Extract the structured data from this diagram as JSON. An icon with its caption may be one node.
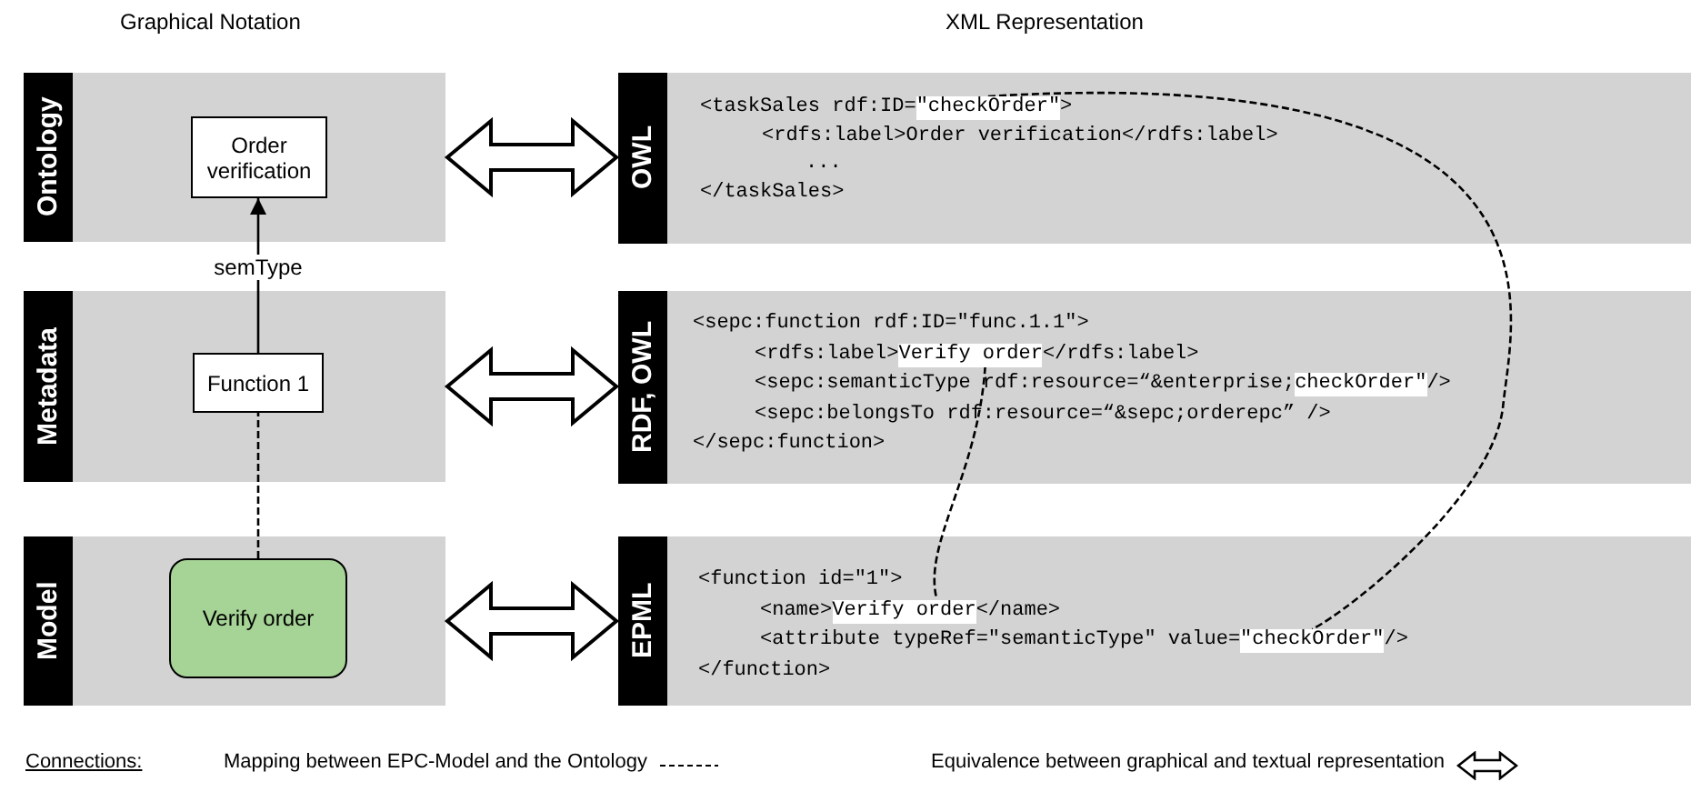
{
  "diagram": {
    "nodes": [
      {
        "text": [
          "Ontology"
        ]
      },
      {
        "text": [
          "Order verification"
        ],
        "in": 0
      },
      {
        "text": [
          "Metadata"
        ]
      },
      {
        "text": [
          "Function 1"
        ],
        "in": 2
      },
      {
        "text": [
          "Model"
        ]
      },
      {
        "text": [
          "Verify order"
        ],
        "in": 4
      },
      {
        "text": [
          "OWL",
          "<taskSales rdf:ID=",
          ">",
          "<rdfs:label>Order verification</rdfs:label>",
          "...",
          "</taskSales>"
        ]
      },
      {
        "text": [
          "\"checkOrder\""
        ],
        "in": 6
      },
      {
        "text": [
          "RDF, OWL",
          "<sepc:function rdf:ID=\"func.1.1\">",
          "<rdfs:label>",
          "</rdfs:label>",
          "<sepc:semanticType rdf:resource=“&enterprise;",
          "/>",
          "<sepc:belongsTo rdf:resource=“&sepc;orderepc” />",
          "</sepc:function>"
        ]
      },
      {
        "text": [
          "Verify order"
        ],
        "in": 8
      },
      {
        "text": [
          "checkOrder\""
        ],
        "in": 8
      },
      {
        "text": [
          "EPML",
          "<function id=\"1\">",
          "<name>",
          "</name>",
          "<attribute typeRef=\"semanticType\" value=",
          "/>",
          "</function>"
        ]
      },
      {
        "text": [
          "Verify order"
        ],
        "in": 11
      },
      {
        "text": [
          "\"checkOrder\""
        ],
        "in": 11
      }
    ],
    "edges": [
      {
        "from": 3,
        "to": 1,
        "arrow": "to",
        "label": "semType"
      },
      {
        "from": 5,
        "to": 3,
        "arrow": "none",
        "style": "dashed"
      },
      {
        "from": 0,
        "to": 6,
        "arrow": "both"
      },
      {
        "from": 2,
        "to": 8,
        "arrow": "both"
      },
      {
        "from": 4,
        "to": 11,
        "arrow": "both"
      },
      {
        "from": 7,
        "to": 13,
        "arrow": "none",
        "style": "dashed"
      },
      {
        "from": 9,
        "to": 12,
        "arrow": "none",
        "style": "dashed"
      }
    ],
    "labels": [
      "Graphical Notation",
      "XML Representation",
      "Connections:"
    ],
    "legend": [
      {
        "text": "Mapping between EPC-Model and the Ontology"
      },
      {
        "text": "Equivalence between graphical and textual representation"
      }
    ]
  }
}
